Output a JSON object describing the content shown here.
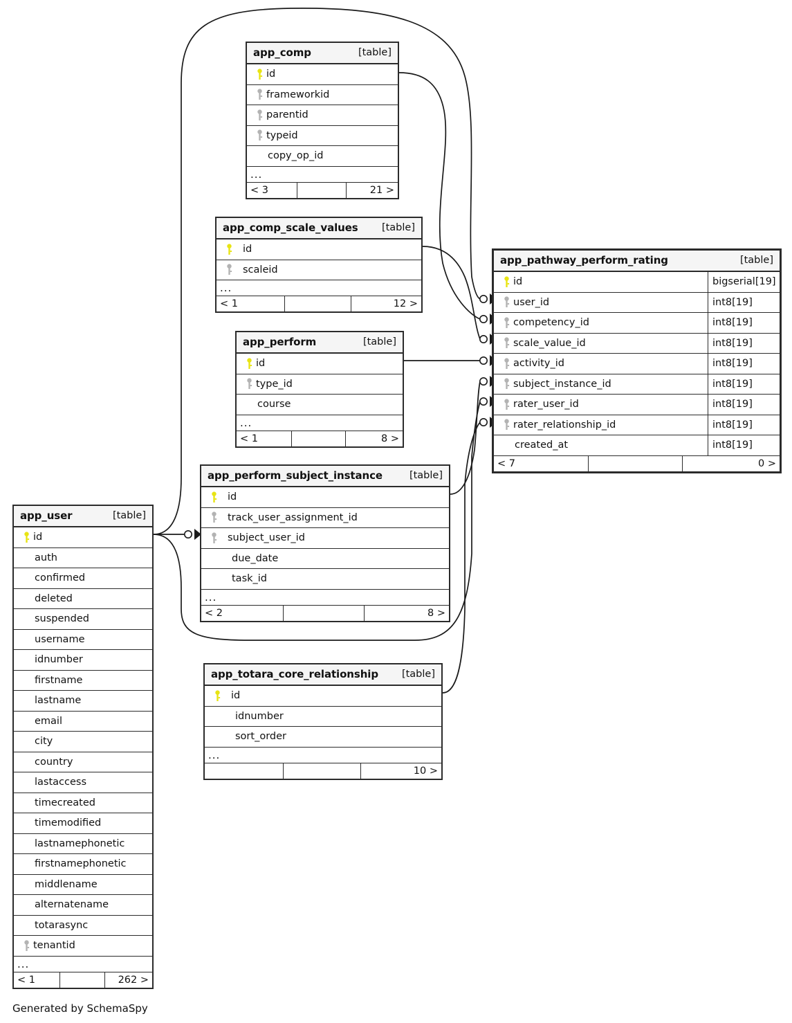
{
  "diagram": {
    "title": "SchemaSpy relationships diagram",
    "credit": "Generated by SchemaSpy",
    "table_tag": "[table]",
    "ellipsis": "...",
    "colors": {
      "pk_key": "#e8e413",
      "fk_key": "#b3b3b3",
      "border": "#2b2b2b",
      "header_bg": "#f5f5f5",
      "background": "#ffffff"
    }
  },
  "tables": {
    "app_comp": {
      "name": "app_comp",
      "tag": "[table]",
      "columns": [
        {
          "name": "id",
          "key": "pk"
        },
        {
          "name": "frameworkid",
          "key": "fk"
        },
        {
          "name": "parentid",
          "key": "fk"
        },
        {
          "name": "typeid",
          "key": "fk"
        },
        {
          "name": "copy_op_id",
          "key": "none"
        }
      ],
      "ellipsis": "...",
      "footer": {
        "left": "< 3",
        "middle": "",
        "right": "21 >"
      }
    },
    "app_comp_scale_values": {
      "name": "app_comp_scale_values",
      "tag": "[table]",
      "columns": [
        {
          "name": "id",
          "key": "pk"
        },
        {
          "name": "scaleid",
          "key": "fk"
        }
      ],
      "ellipsis": "...",
      "footer": {
        "left": "< 1",
        "middle": "",
        "right": "12 >"
      }
    },
    "app_perform": {
      "name": "app_perform",
      "tag": "[table]",
      "columns": [
        {
          "name": "id",
          "key": "pk"
        },
        {
          "name": "type_id",
          "key": "fk"
        },
        {
          "name": "course",
          "key": "none"
        }
      ],
      "ellipsis": "...",
      "footer": {
        "left": "< 1",
        "middle": "",
        "right": "8 >"
      }
    },
    "app_perform_subject_instance": {
      "name": "app_perform_subject_instance",
      "tag": "[table]",
      "columns": [
        {
          "name": "id",
          "key": "pk"
        },
        {
          "name": "track_user_assignment_id",
          "key": "fk"
        },
        {
          "name": "subject_user_id",
          "key": "fk"
        },
        {
          "name": "due_date",
          "key": "none"
        },
        {
          "name": "task_id",
          "key": "none"
        }
      ],
      "ellipsis": "...",
      "footer": {
        "left": "< 2",
        "middle": "",
        "right": "8 >"
      }
    },
    "app_totara_core_relationship": {
      "name": "app_totara_core_relationship",
      "tag": "[table]",
      "columns": [
        {
          "name": "id",
          "key": "pk"
        },
        {
          "name": "idnumber",
          "key": "none"
        },
        {
          "name": "sort_order",
          "key": "none"
        }
      ],
      "ellipsis": "...",
      "footer": {
        "left": "",
        "middle": "",
        "right": "10 >"
      }
    },
    "app_user": {
      "name": "app_user",
      "tag": "[table]",
      "columns": [
        {
          "name": "id",
          "key": "pk"
        },
        {
          "name": "auth",
          "key": "none"
        },
        {
          "name": "confirmed",
          "key": "none"
        },
        {
          "name": "deleted",
          "key": "none"
        },
        {
          "name": "suspended",
          "key": "none"
        },
        {
          "name": "username",
          "key": "none"
        },
        {
          "name": "idnumber",
          "key": "none"
        },
        {
          "name": "firstname",
          "key": "none"
        },
        {
          "name": "lastname",
          "key": "none"
        },
        {
          "name": "email",
          "key": "none"
        },
        {
          "name": "city",
          "key": "none"
        },
        {
          "name": "country",
          "key": "none"
        },
        {
          "name": "lastaccess",
          "key": "none"
        },
        {
          "name": "timecreated",
          "key": "none"
        },
        {
          "name": "timemodified",
          "key": "none"
        },
        {
          "name": "lastnamephonetic",
          "key": "none"
        },
        {
          "name": "firstnamephonetic",
          "key": "none"
        },
        {
          "name": "middlename",
          "key": "none"
        },
        {
          "name": "alternatename",
          "key": "none"
        },
        {
          "name": "totarasync",
          "key": "none"
        },
        {
          "name": "tenantid",
          "key": "fk"
        }
      ],
      "ellipsis": "...",
      "footer": {
        "left": "< 1",
        "middle": "",
        "right": "262 >"
      }
    },
    "app_pathway_perform_rating": {
      "name": "app_pathway_perform_rating",
      "tag": "[table]",
      "columns": [
        {
          "name": "id",
          "key": "pk",
          "type": "bigserial[19]"
        },
        {
          "name": "user_id",
          "key": "fk",
          "type": "int8[19]"
        },
        {
          "name": "competency_id",
          "key": "fk",
          "type": "int8[19]"
        },
        {
          "name": "scale_value_id",
          "key": "fk",
          "type": "int8[19]"
        },
        {
          "name": "activity_id",
          "key": "fk",
          "type": "int8[19]"
        },
        {
          "name": "subject_instance_id",
          "key": "fk",
          "type": "int8[19]"
        },
        {
          "name": "rater_user_id",
          "key": "fk",
          "type": "int8[19]"
        },
        {
          "name": "rater_relationship_id",
          "key": "fk",
          "type": "int8[19]"
        },
        {
          "name": "created_at",
          "key": "none",
          "type": "int8[19]"
        }
      ],
      "footer": {
        "left": "< 7",
        "middle": "",
        "right": "0 >"
      }
    }
  },
  "relationships": [
    {
      "from": "app_comp.id",
      "to": "app_pathway_perform_rating.competency_id"
    },
    {
      "from": "app_comp_scale_values.id",
      "to": "app_pathway_perform_rating.scale_value_id"
    },
    {
      "from": "app_perform.id",
      "to": "app_pathway_perform_rating.activity_id"
    },
    {
      "from": "app_perform_subject_instance.id",
      "to": "app_pathway_perform_rating.subject_instance_id"
    },
    {
      "from": "app_totara_core_relationship.id",
      "to": "app_pathway_perform_rating.rater_relationship_id"
    },
    {
      "from": "app_user.id",
      "to": "app_pathway_perform_rating.user_id"
    },
    {
      "from": "app_user.id",
      "to": "app_pathway_perform_rating.rater_user_id"
    },
    {
      "from": "app_user.id",
      "to": "app_perform_subject_instance.subject_user_id"
    }
  ]
}
